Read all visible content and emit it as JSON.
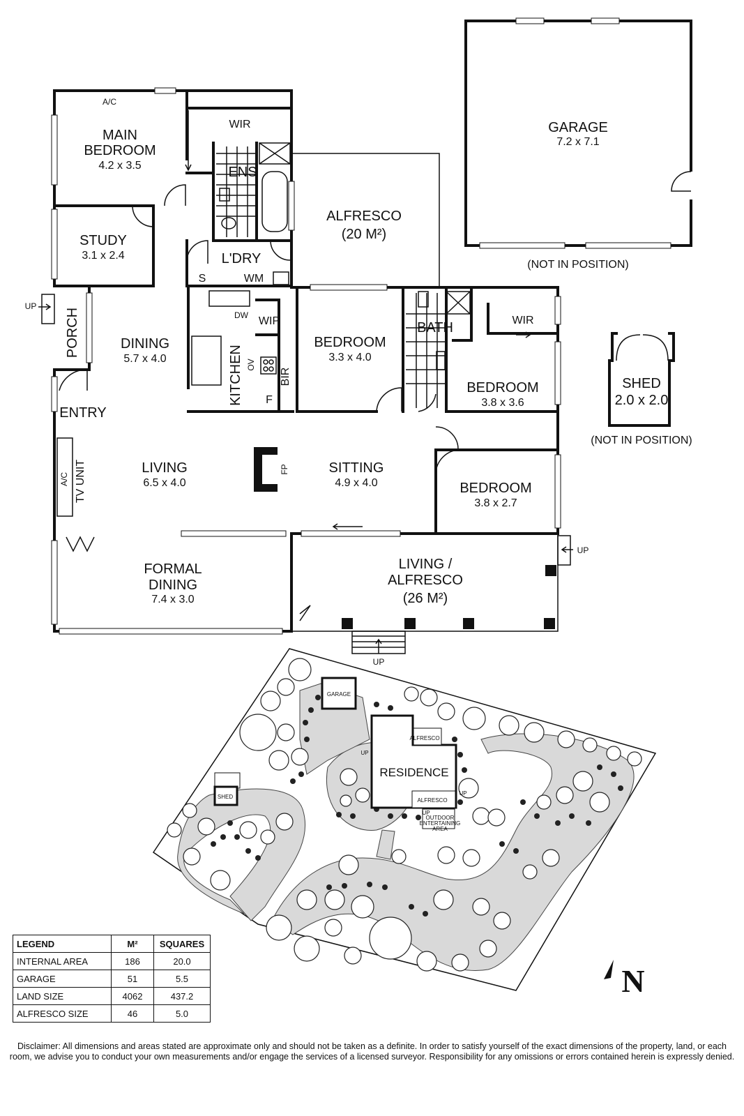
{
  "rooms": {
    "main_bedroom": {
      "name": "MAIN\nBEDROOM",
      "dim": "4.2 x 3.5"
    },
    "study": {
      "name": "STUDY",
      "dim": "3.1 x 2.4"
    },
    "dining": {
      "name": "DINING",
      "dim": "5.7 x 4.0"
    },
    "living": {
      "name": "LIVING",
      "dim": "6.5 x 4.0"
    },
    "sitting": {
      "name": "SITTING",
      "dim": "4.9 x 4.0"
    },
    "bedroom2": {
      "name": "BEDROOM",
      "dim": "3.3 x 4.0"
    },
    "bedroom3": {
      "name": "BEDROOM",
      "dim": "3.8 x 3.6"
    },
    "bedroom4": {
      "name": "BEDROOM",
      "dim": "3.8 x 2.7"
    },
    "formal_dining": {
      "name": "FORMAL\nDINING",
      "dim": "7.4 x 3.0"
    },
    "living_alfresco": {
      "name": "LIVING /\nALFRESCO",
      "dim": "(26 M²)"
    },
    "alfresco": {
      "name": "ALFRESCO",
      "dim": "(20 M²)"
    },
    "garage": {
      "name": "GARAGE",
      "dim": "7.2 x 7.1"
    },
    "shed": {
      "name": "SHED",
      "dim": "2.0 x 2.0"
    }
  },
  "labels": {
    "wir1": "WIR",
    "wir2": "WIR",
    "ens": "ENS",
    "ldry": "L'DRY",
    "s": "S",
    "wm": "WM",
    "dw": "DW",
    "wip": "WIP",
    "kitchen": "KITCHEN",
    "ov": "OV",
    "bir": "BIR",
    "f": "F",
    "bath": "BATH",
    "porch": "PORCH",
    "entry": "ENTRY",
    "ac_top": "A/C",
    "ac_tv": "A/C",
    "tv_unit": "TV UNIT",
    "fp": "FP",
    "up_left": "UP",
    "up_right": "UP",
    "up_bottom": "UP",
    "not_in_position_garage": "(NOT IN POSITION)",
    "not_in_position_shed": "(NOT IN POSITION)"
  },
  "site": {
    "garage": "GARAGE",
    "alfresco_top": "ALFRESCO",
    "residence": "RESIDENCE",
    "alfresco_bottom": "ALFRESCO",
    "shed": "SHED",
    "up1": "UP",
    "up2": "UP",
    "up3": "UP",
    "outdoor": "OUTDOOR\nENTERTAINING\nAREA"
  },
  "legend": {
    "headers": [
      "LEGEND",
      "M²",
      "SQUARES"
    ],
    "rows": [
      [
        "INTERNAL AREA",
        "186",
        "20.0"
      ],
      [
        "GARAGE",
        "51",
        "5.5"
      ],
      [
        "LAND SIZE",
        "4062",
        "437.2"
      ],
      [
        "ALFRESCO SIZE",
        "46",
        "5.0"
      ]
    ]
  },
  "north": "N",
  "disclaimer": "Disclaimer: All dimensions and areas stated are approximate only and should not be taken as a definite. In order to satisfy yourself of the exact dimensions of the property, land, or each room, we advise you to conduct your own measurements and/or engage the services of a licensed surveyor. Responsibility for any omissions or errors contained herein is expressly denied."
}
